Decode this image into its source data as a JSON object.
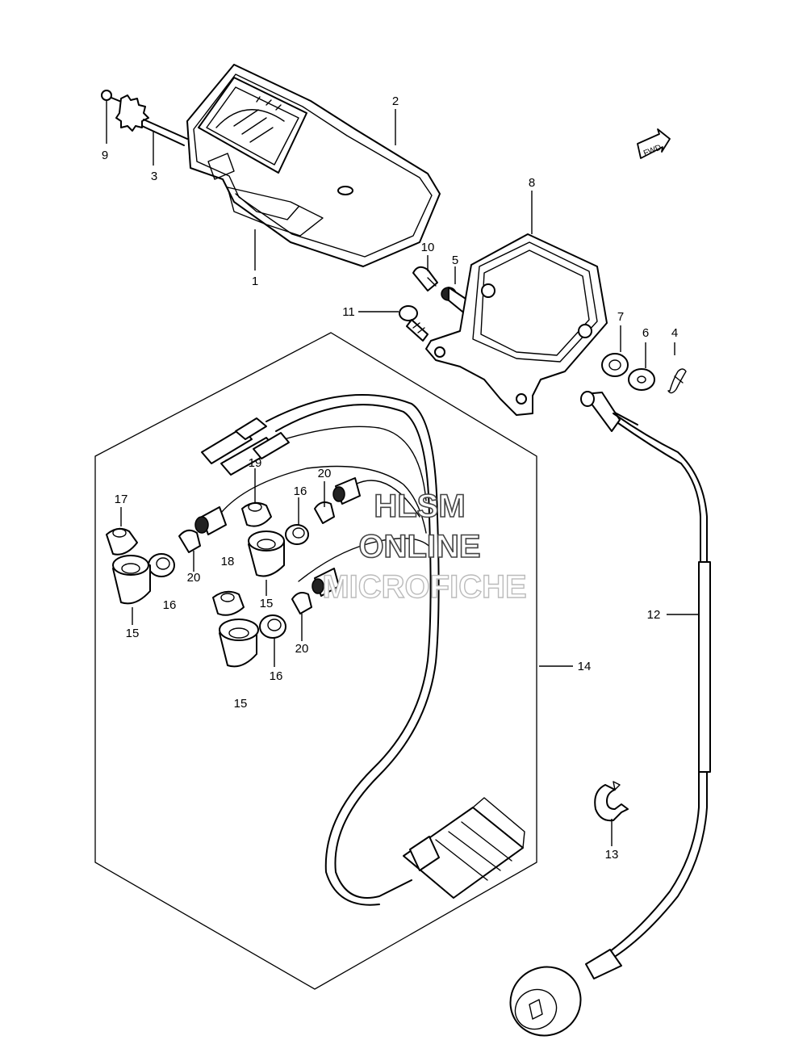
{
  "fwd_badge": "FWD",
  "watermark": [
    "HLSM",
    "ONLINE",
    "MICROFICHE"
  ],
  "callouts": [
    "1",
    "2",
    "3",
    "4",
    "5",
    "6",
    "7",
    "8",
    "9",
    "10",
    "11",
    "12",
    "13",
    "14",
    "15",
    "15",
    "15",
    "15",
    "16",
    "16",
    "16",
    "16",
    "17",
    "18",
    "19",
    "20",
    "20",
    "20"
  ]
}
